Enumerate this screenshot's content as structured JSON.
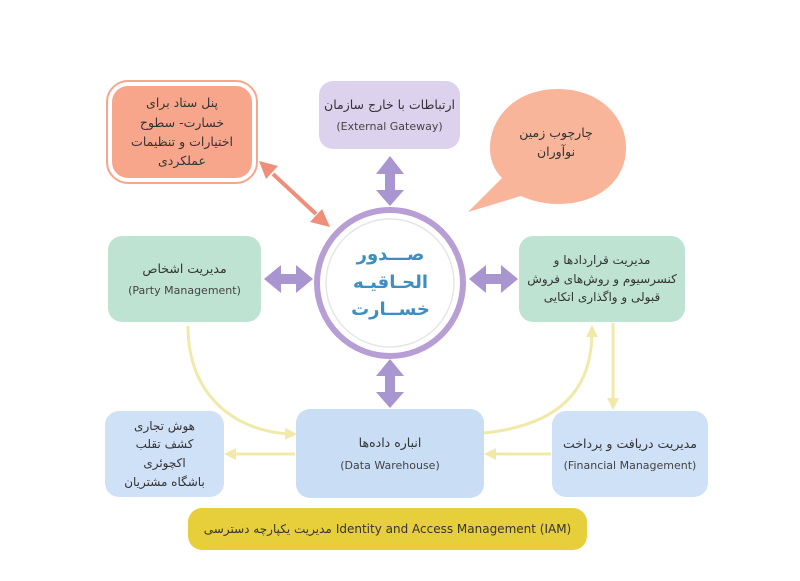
{
  "center": {
    "lines": [
      "صـــدور",
      "الحـاقیـه",
      "خســارت"
    ]
  },
  "panel": {
    "lines": [
      "پنل ستاد برای",
      "خسارت- سطوح",
      "اختیارات و تنظیمات",
      "عملکردی"
    ]
  },
  "gateway": {
    "title": "ارتباطات با خارج سازمان",
    "en": "(External Gateway)"
  },
  "bubble": {
    "lines": [
      "چارچوب زمین",
      "نوآوران"
    ]
  },
  "party": {
    "title": "مدیریت اشخاص",
    "en": "(Party Management)"
  },
  "contract": {
    "lines": [
      "مدیریت قراردادها و",
      "کنسرسیوم و روش‌های فروش",
      "قبولی و واگذاری اتکایی"
    ]
  },
  "bi": {
    "lines": [
      "هوش تجاری",
      "کشف تقلب",
      "اکچوئری",
      "باشگاه مشتریان"
    ]
  },
  "dw": {
    "title": "انباره داده‌ها",
    "en": "(Data Warehouse)"
  },
  "fin": {
    "title": "مدیریت دریافت و پرداخت",
    "en": "(Financial Management)"
  },
  "iam": {
    "en": "Identity and Access Management (IAM)",
    "fa": "مدیریت یکپارچه دسترسی"
  },
  "colors": {
    "arrow_purple": "#a995cf",
    "arrow_salmon": "#ef8f79",
    "arrow_yellow": "#f1e9a8",
    "ring": "#b79ed4",
    "bubble": "#f9b59a"
  }
}
